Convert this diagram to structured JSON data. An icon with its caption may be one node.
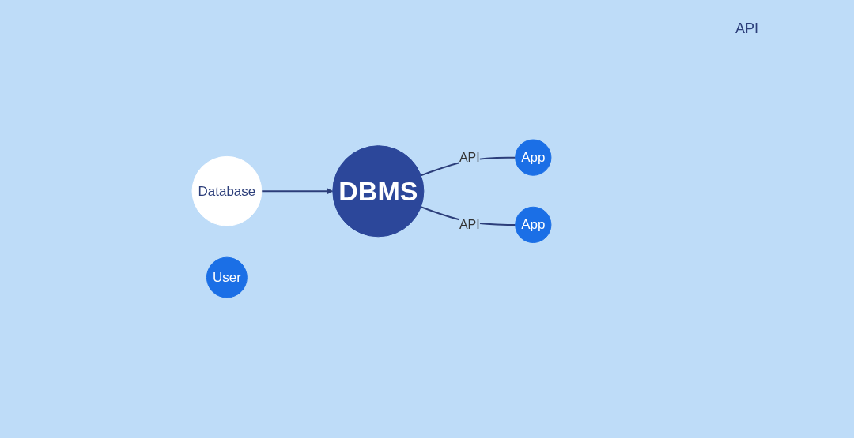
{
  "diagram": {
    "nodes": [
      {
        "text": [
          "Database"
        ]
      },
      {
        "text": [
          "DBMS"
        ]
      },
      {
        "text": [
          "App"
        ]
      },
      {
        "text": [
          "User"
        ]
      },
      {
        "text": [
          "App"
        ]
      }
    ],
    "edges": [
      {
        "from": 0,
        "to": 1,
        "arrow": "to"
      },
      {
        "from": 1,
        "to": 2,
        "arrow": "none",
        "label": "API"
      },
      {
        "from": 1,
        "to": 4,
        "arrow": "none",
        "label": "API"
      }
    ],
    "labels": [
      "API"
    ]
  }
}
